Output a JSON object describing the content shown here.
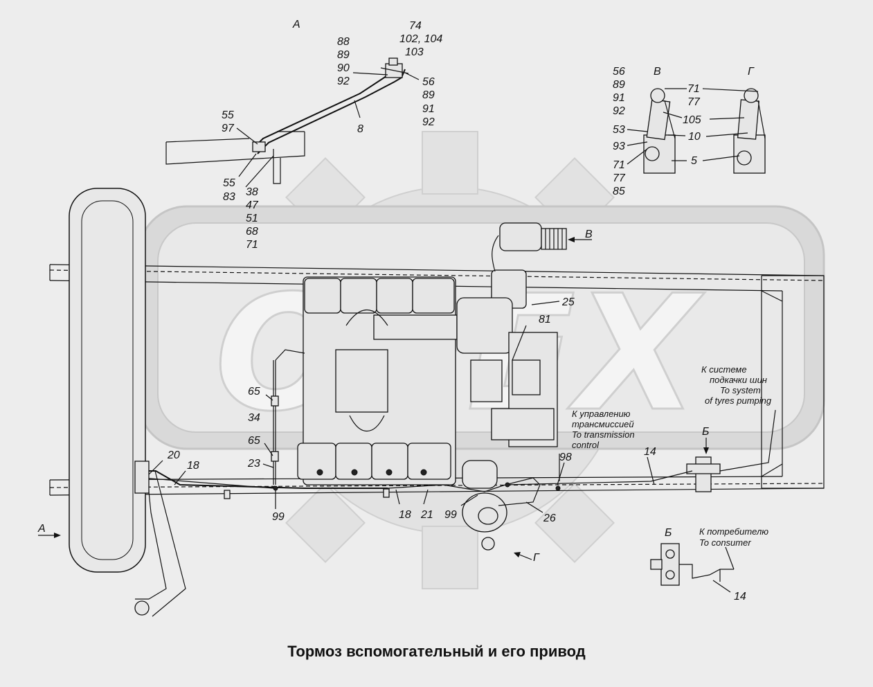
{
  "title": "Тормоз вспомогательный и его привод",
  "watermark": {
    "text": "OPEX"
  },
  "views": {
    "a": "А",
    "b": "Б",
    "v": "В",
    "g": "Г"
  },
  "viewA": {
    "top_group": [
      "74",
      "102, 104",
      "103"
    ],
    "left_group": [
      "88",
      "89",
      "90",
      "92"
    ],
    "right_group": [
      "56",
      "89",
      "91",
      "92"
    ],
    "mid_label": "8",
    "upper_left": [
      "55",
      "97"
    ],
    "lower_left": [
      "55",
      "83"
    ],
    "bottom_column": [
      "38",
      "47",
      "51",
      "68",
      "71"
    ]
  },
  "viewVG": {
    "left_top": [
      "56",
      "89",
      "91",
      "92"
    ],
    "left_mid": [
      "53",
      "93"
    ],
    "left_bottom": [
      "71",
      "77",
      "85"
    ],
    "center_top": [
      "71",
      "77"
    ],
    "center_105": "105",
    "center_10": "10",
    "center_5": "5"
  },
  "main": {
    "labels": {
      "l65a": "65",
      "l34": "34",
      "l65b": "65",
      "l23": "23",
      "l20": "20",
      "l18a": "18",
      "l99a": "99",
      "l18b": "18",
      "l21": "21",
      "l99b": "99",
      "l26": "26",
      "l98": "98",
      "l14": "14",
      "l25": "25",
      "l81": "81"
    },
    "note_transmission": [
      "К управлению",
      "трансмиссией",
      "To transmission",
      "control"
    ],
    "note_tyres": [
      "К системе",
      "подкачки шин",
      "To system",
      "of tyres pumping"
    ]
  },
  "viewB": {
    "note_consumer": [
      "К потребителю",
      "To consumer"
    ],
    "label_14": "14"
  }
}
